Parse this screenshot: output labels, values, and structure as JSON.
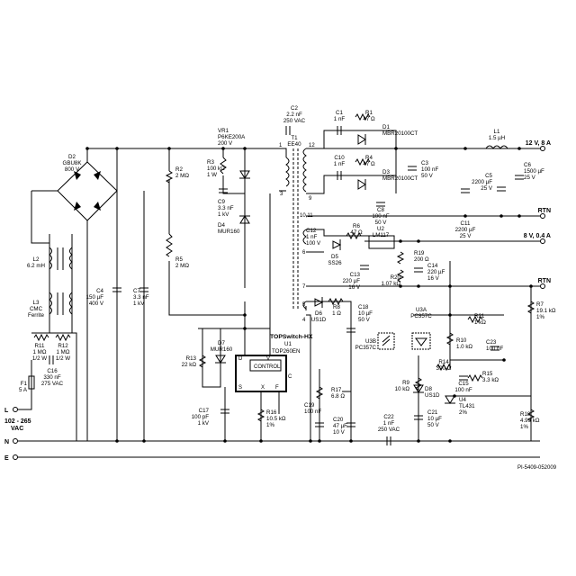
{
  "outputs": {
    "v12": "12 V, 8 A",
    "rtn1": "RTN",
    "v8": "8 V, 0.4 A",
    "rtn2": "RTN"
  },
  "inputs": {
    "L": "L",
    "N": "N",
    "E": "E",
    "range1": "102 - 265",
    "range2": "VAC"
  },
  "ic": {
    "brand": "TOPSwitch-HX",
    "ref": "U1",
    "part": "TOP260EN",
    "block": "CONTROL",
    "pin_d": "D",
    "pin_v": "V",
    "pin_s": "S",
    "pin_x": "X",
    "pin_f": "F",
    "pin_c": "C"
  },
  "components": [
    {
      "id": "d2",
      "lines": [
        "D2",
        "GBU8K",
        "800 V"
      ]
    },
    {
      "id": "l2",
      "lines": [
        "L2",
        "6.2 mH"
      ]
    },
    {
      "id": "l3",
      "lines": [
        "L3",
        "CMC",
        "Ferrite"
      ]
    },
    {
      "id": "r11",
      "lines": [
        "R11",
        "1 MΩ",
        "1/2 W"
      ]
    },
    {
      "id": "r12",
      "lines": [
        "R12",
        "1 MΩ",
        "1/2 W"
      ]
    },
    {
      "id": "c16",
      "lines": [
        "C16",
        "330 nF",
        "275 VAC"
      ]
    },
    {
      "id": "f1",
      "lines": [
        "F1",
        "5 A"
      ]
    },
    {
      "id": "c4",
      "lines": [
        "C4",
        "150 µF",
        "400 V"
      ]
    },
    {
      "id": "c7",
      "lines": [
        "C7",
        "3.3 nF",
        "1 kV"
      ]
    },
    {
      "id": "r2",
      "lines": [
        "R2",
        "2 MΩ"
      ]
    },
    {
      "id": "r5",
      "lines": [
        "R5",
        "2 MΩ"
      ]
    },
    {
      "id": "r3",
      "lines": [
        "R3",
        "100 kΩ",
        "1 W"
      ]
    },
    {
      "id": "vr1",
      "lines": [
        "VR1",
        "P6KE200A",
        "200 V"
      ]
    },
    {
      "id": "c9",
      "lines": [
        "C9",
        "3.3 nF",
        "1 kV"
      ]
    },
    {
      "id": "d4",
      "lines": [
        "D4",
        "MUR160"
      ]
    },
    {
      "id": "c2",
      "lines": [
        "C2",
        "2.2 nF",
        "250 VAC"
      ]
    },
    {
      "id": "t1",
      "lines": [
        "T1",
        "EE40"
      ]
    },
    {
      "id": "c1",
      "lines": [
        "C1",
        "1 nF"
      ]
    },
    {
      "id": "r1",
      "lines": [
        "R1",
        "47 Ω"
      ]
    },
    {
      "id": "d1",
      "lines": [
        "D1",
        "MBR20100CT"
      ]
    },
    {
      "id": "c10",
      "lines": [
        "C10",
        "1 nF"
      ]
    },
    {
      "id": "r4",
      "lines": [
        "R4",
        "47 Ω"
      ]
    },
    {
      "id": "d3",
      "lines": [
        "D3",
        "MBR20100CT"
      ]
    },
    {
      "id": "c3",
      "lines": [
        "C3",
        "100 nF",
        "50 V"
      ]
    },
    {
      "id": "c8",
      "lines": [
        "C8",
        "100 nF",
        "50 V"
      ]
    },
    {
      "id": "l1",
      "lines": [
        "L1",
        "1.5 µH"
      ]
    },
    {
      "id": "c6",
      "lines": [
        "C6",
        "1500 µF",
        "25 V"
      ]
    },
    {
      "id": "c5",
      "lines": [
        "C5",
        "2200 µF",
        "25 V"
      ]
    },
    {
      "id": "c11",
      "lines": [
        "C11",
        "2200 µF",
        "25 V"
      ]
    },
    {
      "id": "c12",
      "lines": [
        "C12",
        "1 nF",
        "100 V"
      ]
    },
    {
      "id": "r6",
      "lines": [
        "R6",
        "47 Ω"
      ]
    },
    {
      "id": "d5",
      "lines": [
        "D5",
        "SS26"
      ]
    },
    {
      "id": "u2",
      "lines": [
        "U2",
        "LM117"
      ]
    },
    {
      "id": "r19",
      "lines": [
        "R19",
        "200 Ω"
      ]
    },
    {
      "id": "c13",
      "lines": [
        "C13",
        "220 µF",
        "16 V"
      ]
    },
    {
      "id": "r20",
      "lines": [
        "R20",
        "1.07 kΩ"
      ]
    },
    {
      "id": "c14",
      "lines": [
        "C14",
        "220 µF",
        "16 V"
      ]
    },
    {
      "id": "d6",
      "lines": [
        "D6",
        "US1D"
      ]
    },
    {
      "id": "r8",
      "lines": [
        "R8",
        "1 Ω"
      ]
    },
    {
      "id": "c18",
      "lines": [
        "C18",
        "10 µF",
        "50 V"
      ]
    },
    {
      "id": "u3b",
      "lines": [
        "U3B",
        "PC357C"
      ]
    },
    {
      "id": "u3a",
      "lines": [
        "U3A",
        "PC357C"
      ]
    },
    {
      "id": "r21",
      "lines": [
        "R21",
        "1 kΩ"
      ]
    },
    {
      "id": "r7",
      "lines": [
        "R7",
        "19.1 kΩ",
        "1%"
      ]
    },
    {
      "id": "r10",
      "lines": [
        "R10",
        "1.0 kΩ"
      ]
    },
    {
      "id": "c23",
      "lines": [
        "C23",
        "100 nF"
      ]
    },
    {
      "id": "r14",
      "lines": [
        "R14",
        "390 Ω"
      ]
    },
    {
      "id": "c15",
      "lines": [
        "C15",
        "100 nF"
      ]
    },
    {
      "id": "r15",
      "lines": [
        "R15",
        "3.3 kΩ"
      ]
    },
    {
      "id": "r9",
      "lines": [
        "R9",
        "10 kΩ"
      ]
    },
    {
      "id": "d8",
      "lines": [
        "D8",
        "US1D"
      ]
    },
    {
      "id": "u4",
      "lines": [
        "U4",
        "TL431",
        "2%"
      ]
    },
    {
      "id": "c21",
      "lines": [
        "C21",
        "10 µF",
        "50 V"
      ]
    },
    {
      "id": "r18",
      "lines": [
        "R18",
        "4.99 kΩ",
        "1%"
      ]
    },
    {
      "id": "r13",
      "lines": [
        "R13",
        "22 kΩ"
      ]
    },
    {
      "id": "d7",
      "lines": [
        "D7",
        "MUR160"
      ]
    },
    {
      "id": "c17",
      "lines": [
        "C17",
        "100 pF",
        "1 kV"
      ]
    },
    {
      "id": "r16",
      "lines": [
        "R16",
        "10.5 kΩ",
        "1%"
      ]
    },
    {
      "id": "c19",
      "lines": [
        "C19",
        "100 nF"
      ]
    },
    {
      "id": "r17",
      "lines": [
        "R17",
        "6.8 Ω"
      ]
    },
    {
      "id": "c20",
      "lines": [
        "C20",
        "47 µF",
        "10 V"
      ]
    },
    {
      "id": "c22",
      "lines": [
        "C22",
        "1 nF",
        "250 VAC"
      ]
    }
  ],
  "pins": {
    "p1": "1",
    "p12": "12",
    "p9": "9",
    "p1011": "10,11",
    "p3": "3",
    "p6": "6",
    "p7": "7",
    "p5": "5",
    "p4": "4"
  },
  "drawing_number": "PI-5409-052009"
}
